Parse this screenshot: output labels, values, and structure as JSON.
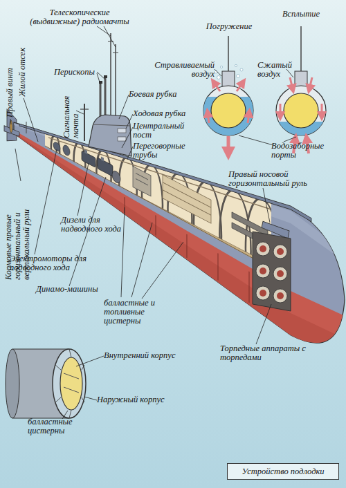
{
  "diagram": {
    "caption": "Устройство подлодки",
    "labels": [
      "Телескопические (выдвижные) радиомачты",
      "Перископы",
      "Сигнальная мачта",
      "Правый винт",
      "Жилой отсек",
      "Боевая рубка",
      "Ходовая рубка",
      "Центральный пост",
      "Переговорные трубы",
      "Правый носовой горизонтальный руль",
      "Кормовые правые горизонтальный и вертикальный рули",
      "Дизели для надводного хода",
      "Электромоторы для подводного хода",
      "Динамо-машины",
      "балластные и топливные цистерны",
      "Торпедные аппараты с торпедами",
      "Погружение",
      "Всплытие",
      "Стравливаемый воздух",
      "Сжатый воздух",
      "Водозаборные порты",
      "Внутренний корпус",
      "Наружный корпус",
      "балластные цистерны"
    ]
  }
}
